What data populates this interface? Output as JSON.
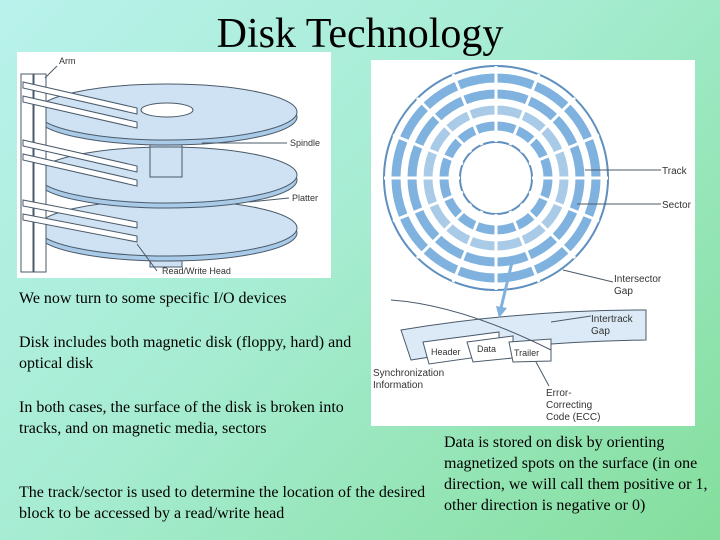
{
  "slide": {
    "title": "Disk Technology",
    "paragraphs": [
      "We now turn to some specific I/O devices",
      "Disk includes both magnetic disk (floppy, hard) and optical disk",
      "In both cases, the surface of the disk is broken into tracks, and on magnetic media, sectors",
      "The track/sector is used to determine the location of the desired block to be accessed by a read/write head",
      "Data is stored on disk by orienting magnetized spots on the surface (in one direction, we will call them positive or 1, other direction is negative or 0)"
    ]
  },
  "left_diagram": {
    "labels": {
      "arm": "Arm",
      "spindle": "Spindle",
      "platter": "Platter",
      "head": "Read/Write Head"
    }
  },
  "right_diagram": {
    "labels": {
      "track": "Track",
      "sector": "Sector",
      "intersector_gap_1": "Intersector",
      "intersector_gap_2": "Gap",
      "intertrack_gap_1": "Intertrack",
      "intertrack_gap_2": "Gap",
      "header": "Header",
      "data": "Data",
      "trailer": "Trailer",
      "sync_1": "Synchronization",
      "sync_2": "Information",
      "ecc_1": "Error-",
      "ecc_2": "Correcting",
      "ecc_3": "Code (ECC)"
    }
  },
  "colors": {
    "diagram_blue": "#7fb2de",
    "diagram_light": "#dbeaf6",
    "line": "#4a5a6a"
  }
}
